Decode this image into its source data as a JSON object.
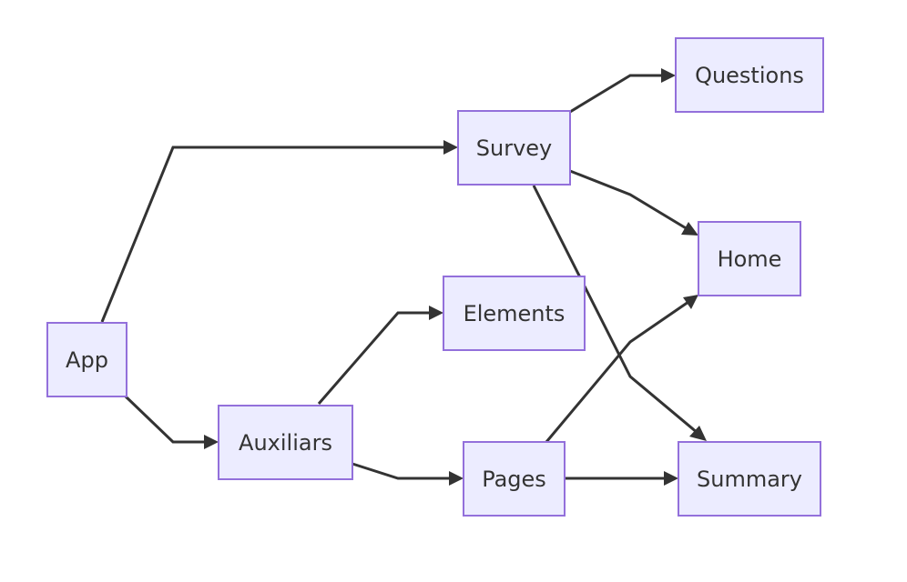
{
  "diagram": {
    "type": "flowchart",
    "colors": {
      "node_fill": "#ececff",
      "node_border": "#9370db",
      "edge": "#333333",
      "text": "#333333"
    },
    "nodes": {
      "app": "App",
      "auxiliars": "Auxiliars",
      "survey": "Survey",
      "elements": "Elements",
      "pages": "Pages",
      "questions": "Questions",
      "home": "Home",
      "summary": "Summary"
    },
    "edges": [
      {
        "from": "App",
        "to": "Survey"
      },
      {
        "from": "App",
        "to": "Auxiliars"
      },
      {
        "from": "Auxiliars",
        "to": "Elements"
      },
      {
        "from": "Auxiliars",
        "to": "Pages"
      },
      {
        "from": "Survey",
        "to": "Questions"
      },
      {
        "from": "Survey",
        "to": "Home"
      },
      {
        "from": "Survey",
        "to": "Summary"
      },
      {
        "from": "Pages",
        "to": "Home"
      },
      {
        "from": "Pages",
        "to": "Summary"
      }
    ]
  }
}
